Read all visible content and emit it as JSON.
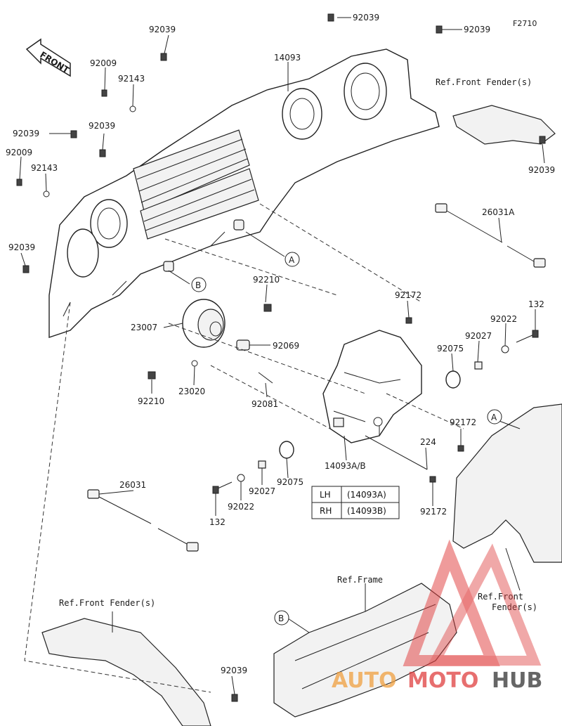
{
  "figure_code": "F2710",
  "front_label": "FRONT",
  "callouts": [
    {
      "id": "c1",
      "text": "92039"
    },
    {
      "id": "c2",
      "text": "92039"
    },
    {
      "id": "c3",
      "text": "92039"
    },
    {
      "id": "c4",
      "text": "14093"
    },
    {
      "id": "c5",
      "text": "92009"
    },
    {
      "id": "c6",
      "text": "92143"
    },
    {
      "id": "c7",
      "text": "92039"
    },
    {
      "id": "c8",
      "text": "92039"
    },
    {
      "id": "c9",
      "text": "92009"
    },
    {
      "id": "c10",
      "text": "92143"
    },
    {
      "id": "c11",
      "text": "92039"
    },
    {
      "id": "c12",
      "text": "92039"
    },
    {
      "id": "c13",
      "text": "26031A"
    },
    {
      "id": "c14",
      "text": "92210"
    },
    {
      "id": "c15",
      "text": "92172"
    },
    {
      "id": "c16",
      "text": "132"
    },
    {
      "id": "c17",
      "text": "23007"
    },
    {
      "id": "c18",
      "text": "92069"
    },
    {
      "id": "c19",
      "text": "92022"
    },
    {
      "id": "c20",
      "text": "92027"
    },
    {
      "id": "c21",
      "text": "92075"
    },
    {
      "id": "c22",
      "text": "92210"
    },
    {
      "id": "c23",
      "text": "23020"
    },
    {
      "id": "c24",
      "text": "92081"
    },
    {
      "id": "c25",
      "text": "92172"
    },
    {
      "id": "c26",
      "text": "224"
    },
    {
      "id": "c27",
      "text": "14093A/B"
    },
    {
      "id": "c28",
      "text": "26031"
    },
    {
      "id": "c29",
      "text": "92027"
    },
    {
      "id": "c30",
      "text": "92075"
    },
    {
      "id": "c31",
      "text": "92022"
    },
    {
      "id": "c32",
      "text": "132"
    },
    {
      "id": "c33",
      "text": "92172"
    },
    {
      "id": "c34",
      "text": "92039"
    }
  ],
  "refs": [
    {
      "id": "r1",
      "text": "Ref.Front Fender(s)"
    },
    {
      "id": "r2",
      "text": "Ref.Frame"
    },
    {
      "id": "r3a",
      "text": "Ref.Front"
    },
    {
      "id": "r3b",
      "text": "Fender(s)"
    },
    {
      "id": "r4",
      "text": "Ref.Front Fender(s)"
    }
  ],
  "markers": [
    "A",
    "B",
    "A",
    "B"
  ],
  "side_table": {
    "rows": [
      {
        "side": "LH",
        "part": "(14093A)"
      },
      {
        "side": "RH",
        "part": "(14093B)"
      }
    ]
  },
  "watermark": {
    "part1": "AUTO",
    "part2": "MOTO",
    "part3": "HUB",
    "color_light": "#f0a040",
    "color_mid": "#e04040",
    "color_dark": "#333333"
  }
}
